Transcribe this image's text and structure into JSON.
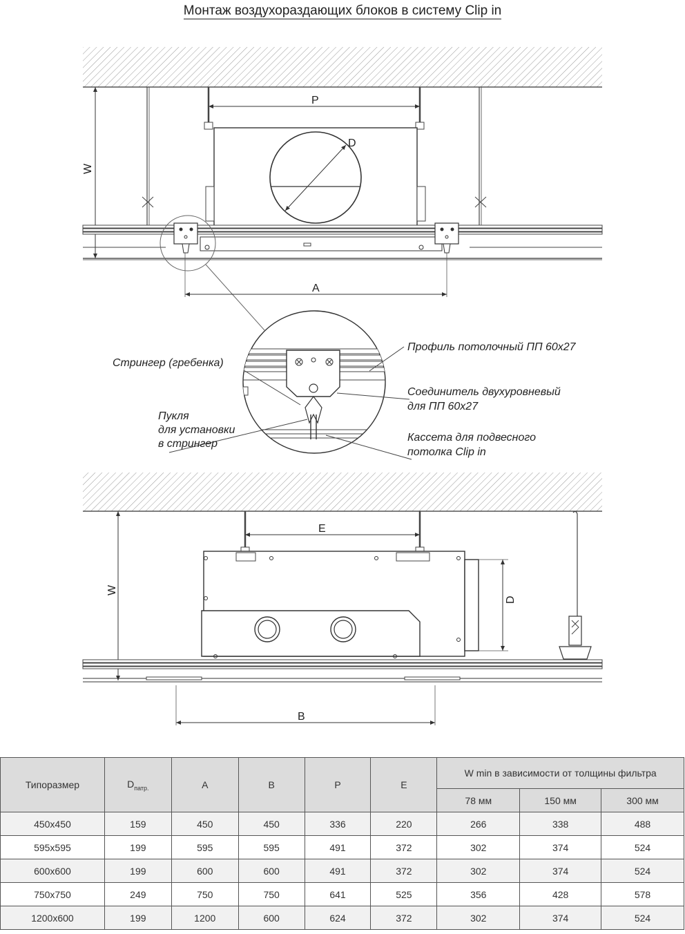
{
  "title": "Монтаж воздухораздающих блоков в систему Clip in",
  "dims": {
    "P": "P",
    "D": "D",
    "W": "W",
    "A": "A",
    "E": "E",
    "D2": "D",
    "W2": "W",
    "B": "B"
  },
  "callouts": {
    "profile": "Профиль потолочный ПП 60х27",
    "stringer": "Стрингер (гребенка)",
    "connector_1": "Соединитель двухуровневый",
    "connector_2": "для ПП 60х27",
    "pukla_1": "Пукля",
    "pukla_2": "для установки",
    "pukla_3": "в стрингер",
    "cassette_1": "Кассета для подвесного",
    "cassette_2": "потолка Clip in"
  },
  "table": {
    "h_type": "Типоразмер",
    "h_d": "D",
    "h_d_sub": "патр.",
    "h_a": "A",
    "h_b": "B",
    "h_p": "P",
    "h_e": "E",
    "h_wmin": "W min в зависимости от толщины фильтра",
    "h_78": "78 мм",
    "h_150": "150 мм",
    "h_300": "300 мм",
    "rows": [
      [
        "450x450",
        "159",
        "450",
        "450",
        "336",
        "220",
        "266",
        "338",
        "488"
      ],
      [
        "595x595",
        "199",
        "595",
        "595",
        "491",
        "372",
        "302",
        "374",
        "524"
      ],
      [
        "600x600",
        "199",
        "600",
        "600",
        "491",
        "372",
        "302",
        "374",
        "524"
      ],
      [
        "750x750",
        "249",
        "750",
        "750",
        "641",
        "525",
        "356",
        "428",
        "578"
      ],
      [
        "1200x600",
        "199",
        "1200",
        "600",
        "624",
        "372",
        "302",
        "374",
        "524"
      ]
    ]
  }
}
